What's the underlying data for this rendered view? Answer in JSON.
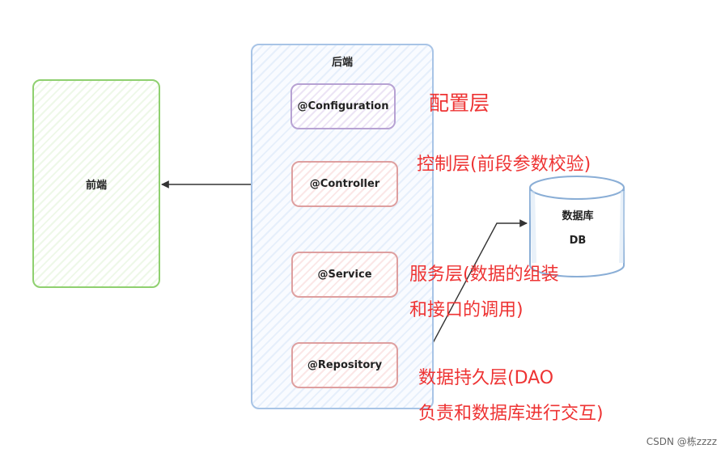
{
  "frontend": {
    "label": "前端"
  },
  "backend": {
    "label": "后端",
    "layers": {
      "configuration": "@Configuration",
      "controller": "@Controller",
      "service": "@Service",
      "repository": "@Repository"
    }
  },
  "database": {
    "label": "数据库",
    "sublabel": "DB"
  },
  "annotations": {
    "config": "配置层",
    "controller": "控制层(前段参数校验)",
    "service_line1": "服务层(数据的组装",
    "service_line2": "和接口的调用)",
    "repository_line1": "数据持久层(DAO",
    "repository_line2": "负责和数据库进行交互)"
  },
  "watermark": "CSDN @栋zzzz",
  "colors": {
    "annotation_text": "#ee3333",
    "frontend_border": "#8fd06f",
    "backend_border": "#a8c4e6",
    "layer_border": "#de9f9f",
    "config_border": "#b7a2d3"
  }
}
